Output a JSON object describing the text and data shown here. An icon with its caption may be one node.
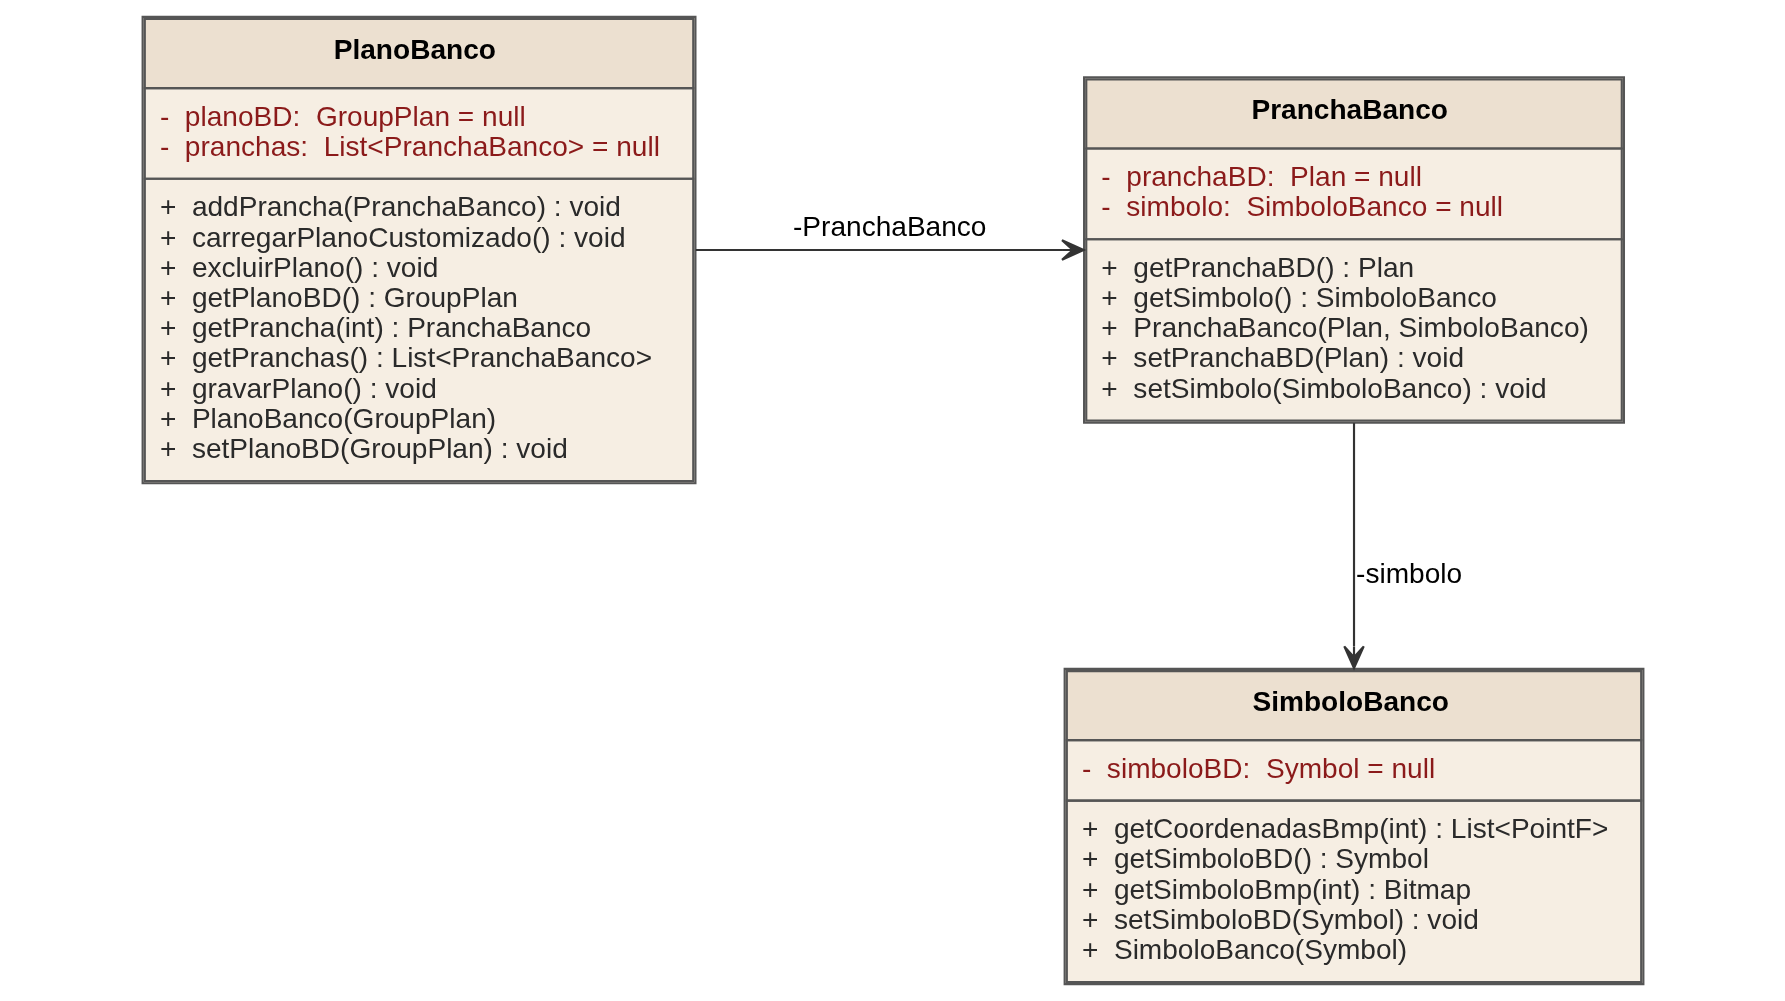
{
  "diagram": {
    "nodes": [
      {
        "text": [
          "PlanoBanco",
          "-  planoBD:  GroupPlan = null",
          "-  pranchas:  List<PranchaBanco> = null",
          "+  addPrancha(PranchaBanco) : void",
          "+  carregarPlanoCustomizado() : void",
          "+  excluirPlano() : void",
          "+  getPlanoBD() : GroupPlan",
          "+  getPrancha(int) : PranchaBanco",
          "+  getPranchas() : List<PranchaBanco>",
          "+  gravarPlano() : void",
          "+  PlanoBanco(GroupPlan)",
          "+  setPlanoBD(GroupPlan) : void"
        ]
      },
      {
        "text": [
          "PranchaBanco",
          "-  pranchaBD:  Plan = null",
          "-  simbolo:  SimboloBanco = null",
          "+  getPranchaBD() : Plan",
          "+  getSimbolo() : SimboloBanco",
          "+  PranchaBanco(Plan, SimboloBanco)",
          "+  setPranchaBD(Plan) : void",
          "+  setSimbolo(SimboloBanco) : void"
        ]
      },
      {
        "text": [
          "SimboloBanco",
          "-  simboloBD:  Symbol = null",
          "+  getCoordenadasBmp(int) : List<PointF>",
          "+  getSimboloBD() : Symbol",
          "+  getSimboloBmp(int) : Bitmap",
          "+  setSimboloBD(Symbol) : void",
          "+  SimboloBanco(Symbol)"
        ]
      }
    ],
    "edges": [
      {
        "from": 0,
        "to": 1,
        "arrow": "to",
        "label": "-PranchaBanco"
      },
      {
        "from": 1,
        "to": 2,
        "arrow": "to",
        "label": "-simbolo"
      }
    ]
  }
}
